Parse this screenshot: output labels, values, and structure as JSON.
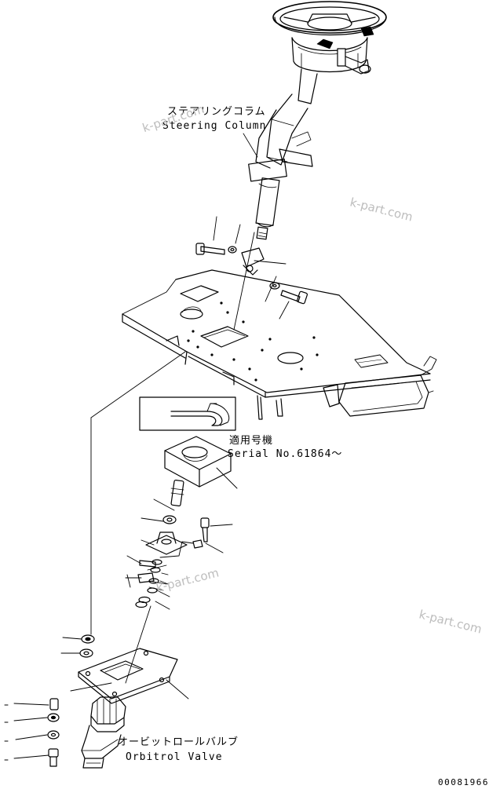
{
  "labels": {
    "steering_column_jp": "ステアリングコラム",
    "steering_column_en": "Steering Column",
    "serial_jp": "適用号機",
    "serial_en": "Serial No.61864〜",
    "orbitrol_jp": "オービットロールバルブ",
    "orbitrol_en": "Orbitrol Valve",
    "drawing_no": "00081966"
  },
  "watermarks": [
    "k-part.com",
    "k-part.com",
    "k-part.com",
    "k-part.com"
  ]
}
